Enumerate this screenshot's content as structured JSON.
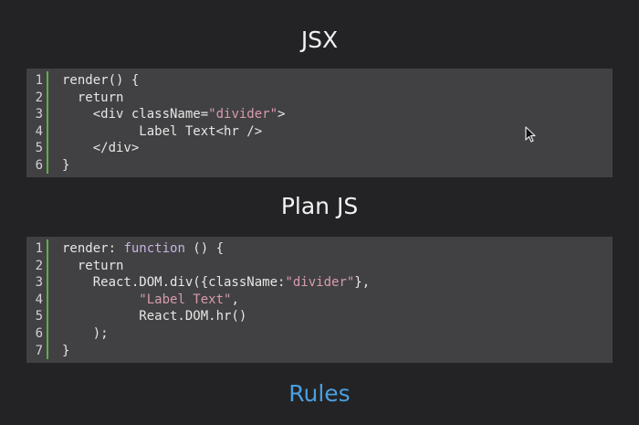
{
  "slide": {
    "title_jsx": "JSX",
    "title_plan": "Plan JS",
    "rules_link": "Rules"
  },
  "jsx_code": {
    "line_numbers": [
      "1",
      "2",
      "3",
      "4",
      "5",
      "6"
    ],
    "lines": [
      [
        {
          "t": "render() {",
          "c": "plain"
        }
      ],
      [
        {
          "t": "  return",
          "c": "plain"
        }
      ],
      [
        {
          "t": "    <div className=",
          "c": "plain"
        },
        {
          "t": "\"divider\"",
          "c": "str"
        },
        {
          "t": ">",
          "c": "plain"
        }
      ],
      [
        {
          "t": "          Label Text<hr />",
          "c": "plain"
        }
      ],
      [
        {
          "t": "    </div>",
          "c": "plain"
        }
      ],
      [
        {
          "t": "}",
          "c": "plain"
        }
      ]
    ]
  },
  "plain_code": {
    "line_numbers": [
      "1",
      "2",
      "3",
      "4",
      "5",
      "6",
      "7"
    ],
    "lines": [
      [
        {
          "t": "render: ",
          "c": "plain"
        },
        {
          "t": "function",
          "c": "kw"
        },
        {
          "t": " () {",
          "c": "plain"
        }
      ],
      [
        {
          "t": "  return",
          "c": "plain"
        }
      ],
      [
        {
          "t": "    React.DOM.div({className:",
          "c": "plain"
        },
        {
          "t": "\"divider\"",
          "c": "str"
        },
        {
          "t": "},",
          "c": "plain"
        }
      ],
      [
        {
          "t": "          ",
          "c": "plain"
        },
        {
          "t": "\"Label Text\"",
          "c": "str"
        },
        {
          "t": ",",
          "c": "plain"
        }
      ],
      [
        {
          "t": "          React.DOM.hr()",
          "c": "plain"
        }
      ],
      [
        {
          "t": "    );",
          "c": "plain"
        }
      ],
      [
        {
          "t": "}",
          "c": "plain"
        }
      ]
    ]
  },
  "colors": {
    "background": "#232325",
    "panel": "#414143",
    "gutter_bar": "#5fae48",
    "string": "#d79bab",
    "keyword": "#c7b3e0",
    "link": "#4a9fe0"
  },
  "cursor": {
    "icon": "mouse-pointer-icon"
  }
}
